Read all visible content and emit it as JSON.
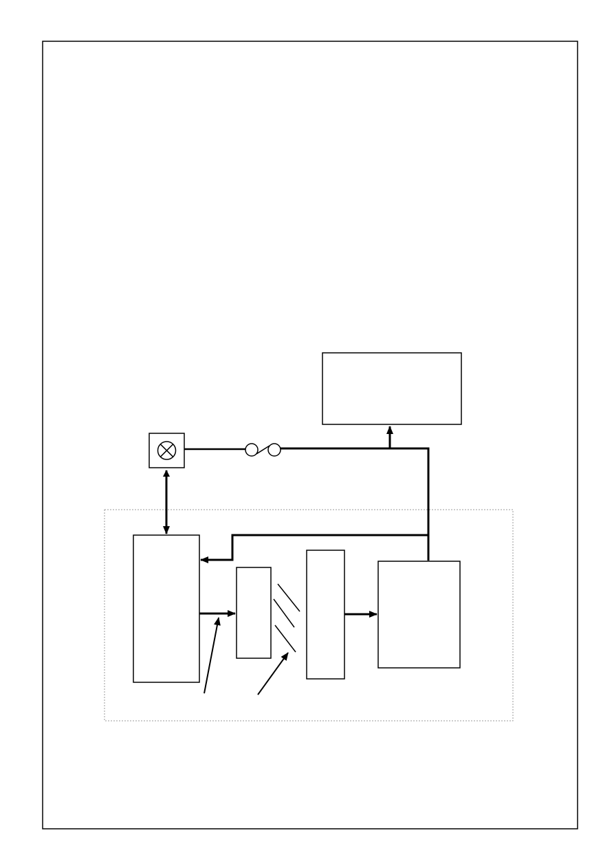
{
  "diagram": {
    "type": "block-diagram",
    "blocks": [
      {
        "id": "top-right-block",
        "label": ""
      },
      {
        "id": "left-tall-block",
        "label": ""
      },
      {
        "id": "middle-small-block",
        "label": ""
      },
      {
        "id": "middle-tall-block",
        "label": ""
      },
      {
        "id": "right-block",
        "label": ""
      }
    ],
    "symbols": [
      {
        "id": "lamp-symbol",
        "icon": "lamp-icon"
      },
      {
        "id": "fuse-symbol",
        "icon": "fuse-icon"
      }
    ],
    "has_dashed_enclosure": true,
    "has_page_border": true,
    "colors": {
      "line": "#000000",
      "enclosure": "#999999",
      "background": "#ffffff"
    }
  }
}
